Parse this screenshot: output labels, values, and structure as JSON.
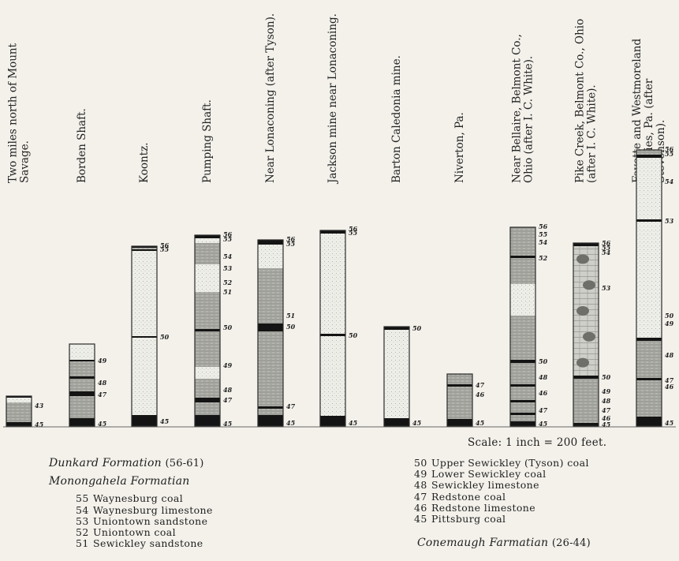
{
  "columns": [
    {
      "label": "Two miles north of Mount Savage.",
      "top_label": "",
      "layers": [
        {
          "from": 0,
          "to": 5,
          "fill": "coal"
        },
        {
          "from": 5,
          "to": 30,
          "fill": "shale"
        },
        {
          "from": 30,
          "to": 36,
          "fill": "sandstone"
        },
        {
          "from": 36,
          "to": 38,
          "fill": "coal"
        }
      ],
      "markers": [
        {
          "num": "43",
          "pos": 26
        },
        {
          "num": "45",
          "pos": 2
        }
      ]
    },
    {
      "label": "Borden Shaft.",
      "top_label": "",
      "layers": [
        {
          "from": 0,
          "to": 10,
          "fill": "coal"
        },
        {
          "from": 10,
          "to": 38,
          "fill": "shale"
        },
        {
          "from": 38,
          "to": 44,
          "fill": "coal"
        },
        {
          "from": 44,
          "to": 60,
          "fill": "shale"
        },
        {
          "from": 60,
          "to": 63,
          "fill": "coal"
        },
        {
          "from": 63,
          "to": 82,
          "fill": "shale"
        },
        {
          "from": 82,
          "to": 84,
          "fill": "coal"
        },
        {
          "from": 84,
          "to": 104,
          "fill": "sandstone"
        }
      ],
      "markers": [
        {
          "num": "49",
          "pos": 83
        },
        {
          "num": "48",
          "pos": 55
        },
        {
          "num": "47",
          "pos": 40
        },
        {
          "num": "45",
          "pos": 3
        }
      ]
    },
    {
      "label": "Koontz.",
      "top_label": "",
      "layers": [
        {
          "from": 0,
          "to": 14,
          "fill": "coal"
        },
        {
          "from": 14,
          "to": 112,
          "fill": "sandstone"
        },
        {
          "from": 112,
          "to": 114,
          "fill": "coal"
        },
        {
          "from": 114,
          "to": 222,
          "fill": "sandstone"
        },
        {
          "from": 222,
          "to": 224,
          "fill": "coal"
        },
        {
          "from": 224,
          "to": 226,
          "fill": "shale"
        },
        {
          "from": 226,
          "to": 228,
          "fill": "coal"
        }
      ],
      "markers": [
        {
          "num": "56",
          "pos": 229
        },
        {
          "num": "55",
          "pos": 224
        },
        {
          "num": "50",
          "pos": 113
        },
        {
          "num": "45",
          "pos": 6
        }
      ]
    },
    {
      "label": "Pumping Shaft.",
      "top_label": "",
      "layers": [
        {
          "from": 0,
          "to": 14,
          "fill": "coal"
        },
        {
          "from": 14,
          "to": 30,
          "fill": "shale"
        },
        {
          "from": 30,
          "to": 36,
          "fill": "coal"
        },
        {
          "from": 36,
          "to": 60,
          "fill": "shale"
        },
        {
          "from": 60,
          "to": 75,
          "fill": "sandstone"
        },
        {
          "from": 75,
          "to": 120,
          "fill": "shale"
        },
        {
          "from": 120,
          "to": 123,
          "fill": "coal"
        },
        {
          "from": 123,
          "to": 170,
          "fill": "shale"
        },
        {
          "from": 170,
          "to": 205,
          "fill": "sandstone"
        },
        {
          "from": 205,
          "to": 232,
          "fill": "shale"
        },
        {
          "from": 232,
          "to": 238,
          "fill": "sandstone"
        },
        {
          "from": 238,
          "to": 242,
          "fill": "coal"
        }
      ],
      "markers": [
        {
          "num": "56",
          "pos": 243
        },
        {
          "num": "55",
          "pos": 237
        },
        {
          "num": "54",
          "pos": 215
        },
        {
          "num": "53",
          "pos": 200
        },
        {
          "num": "52",
          "pos": 182
        },
        {
          "num": "51",
          "pos": 170
        },
        {
          "num": "50",
          "pos": 125
        },
        {
          "num": "49",
          "pos": 77
        },
        {
          "num": "48",
          "pos": 46
        },
        {
          "num": "47",
          "pos": 33
        },
        {
          "num": "45",
          "pos": 3
        }
      ]
    },
    {
      "label": "Near Lonaconing (after Tyson).",
      "top_label": "",
      "layers": [
        {
          "from": 0,
          "to": 14,
          "fill": "coal"
        },
        {
          "from": 14,
          "to": 22,
          "fill": "shale"
        },
        {
          "from": 22,
          "to": 25,
          "fill": "coal"
        },
        {
          "from": 25,
          "to": 120,
          "fill": "shale"
        },
        {
          "from": 120,
          "to": 130,
          "fill": "coal"
        },
        {
          "from": 130,
          "to": 144,
          "fill": "shale"
        },
        {
          "from": 144,
          "to": 200,
          "fill": "shale"
        },
        {
          "from": 200,
          "to": 230,
          "fill": "sandstone"
        },
        {
          "from": 230,
          "to": 233,
          "fill": "coal"
        },
        {
          "from": 233,
          "to": 236,
          "fill": "coal"
        }
      ],
      "markers": [
        {
          "num": "56",
          "pos": 237
        },
        {
          "num": "55",
          "pos": 231
        },
        {
          "num": "51",
          "pos": 140
        },
        {
          "num": "50",
          "pos": 126
        },
        {
          "num": "47",
          "pos": 25
        },
        {
          "num": "45",
          "pos": 4
        }
      ]
    },
    {
      "label": "Jackson mine near Lonaconing.",
      "top_label": "",
      "layers": [
        {
          "from": 0,
          "to": 13,
          "fill": "coal"
        },
        {
          "from": 13,
          "to": 114,
          "fill": "sandstone"
        },
        {
          "from": 114,
          "to": 117,
          "fill": "coal"
        },
        {
          "from": 117,
          "to": 244,
          "fill": "sandstone"
        },
        {
          "from": 244,
          "to": 248,
          "fill": "coal"
        }
      ],
      "markers": [
        {
          "num": "56",
          "pos": 250
        },
        {
          "num": "55",
          "pos": 245
        },
        {
          "num": "50",
          "pos": 115
        },
        {
          "num": "45",
          "pos": 4
        }
      ]
    },
    {
      "label": "Barton Caledonia mine.",
      "top_label": "",
      "layers": [
        {
          "from": 0,
          "to": 10,
          "fill": "coal"
        },
        {
          "from": 10,
          "to": 122,
          "fill": "sandstone"
        },
        {
          "from": 122,
          "to": 126,
          "fill": "coal"
        }
      ],
      "markers": [
        {
          "num": "50",
          "pos": 124
        },
        {
          "num": "45",
          "pos": 4
        }
      ]
    },
    {
      "label": "Niverton, Pa.",
      "top_label": "",
      "layers": [
        {
          "from": 0,
          "to": 9,
          "fill": "coal"
        },
        {
          "from": 9,
          "to": 50,
          "fill": "shale"
        },
        {
          "from": 50,
          "to": 53,
          "fill": "coal"
        },
        {
          "from": 53,
          "to": 66,
          "fill": "shale"
        }
      ],
      "markers": [
        {
          "num": "47",
          "pos": 52
        },
        {
          "num": "46",
          "pos": 40
        },
        {
          "num": "45",
          "pos": 4
        }
      ]
    },
    {
      "label": "Near Bellaire, Belmont Co., Ohio (after I. C. White).",
      "top_label": "",
      "layers": [
        {
          "from": 0,
          "to": 6,
          "fill": "coal"
        },
        {
          "from": 6,
          "to": 14,
          "fill": "shale"
        },
        {
          "from": 14,
          "to": 17,
          "fill": "coal"
        },
        {
          "from": 17,
          "to": 30,
          "fill": "shale"
        },
        {
          "from": 30,
          "to": 33,
          "fill": "coal"
        },
        {
          "from": 33,
          "to": 50,
          "fill": "shale"
        },
        {
          "from": 50,
          "to": 53,
          "fill": "coal"
        },
        {
          "from": 53,
          "to": 80,
          "fill": "shale"
        },
        {
          "from": 80,
          "to": 84,
          "fill": "coal"
        },
        {
          "from": 84,
          "to": 140,
          "fill": "shale"
        },
        {
          "from": 140,
          "to": 180,
          "fill": "sandstone"
        },
        {
          "from": 180,
          "to": 213,
          "fill": "shale"
        },
        {
          "from": 213,
          "to": 216,
          "fill": "coal"
        },
        {
          "from": 216,
          "to": 252,
          "fill": "shale"
        }
      ],
      "markers": [
        {
          "num": "56",
          "pos": 253
        },
        {
          "num": "55",
          "pos": 243
        },
        {
          "num": "54",
          "pos": 233
        },
        {
          "num": "52",
          "pos": 213
        },
        {
          "num": "50",
          "pos": 82
        },
        {
          "num": "48",
          "pos": 62
        },
        {
          "num": "46",
          "pos": 42
        },
        {
          "num": "47",
          "pos": 20
        },
        {
          "num": "45",
          "pos": 3
        }
      ]
    },
    {
      "label": "Pike Creek, Belmont Co., Ohio (after I. C. White).",
      "top_label": "",
      "layers": [
        {
          "from": 0,
          "to": 4,
          "fill": "coal"
        },
        {
          "from": 4,
          "to": 60,
          "fill": "shale"
        },
        {
          "from": 60,
          "to": 64,
          "fill": "coal"
        },
        {
          "from": 64,
          "to": 228,
          "fill": "limestone"
        },
        {
          "from": 228,
          "to": 232,
          "fill": "coal"
        }
      ],
      "markers": [
        {
          "num": "56",
          "pos": 232
        },
        {
          "num": "55",
          "pos": 226
        },
        {
          "num": "54",
          "pos": 220
        },
        {
          "num": "53",
          "pos": 175
        },
        {
          "num": "50",
          "pos": 62
        },
        {
          "num": "49",
          "pos": 44
        },
        {
          "num": "48",
          "pos": 32
        },
        {
          "num": "47",
          "pos": 20
        },
        {
          "num": "46",
          "pos": 10
        },
        {
          "num": "45",
          "pos": 2
        }
      ]
    },
    {
      "label": "Fayette and Westmoreland Counties, Pa. (after Stevenson).",
      "top_label": "",
      "layers": [
        {
          "from": 0,
          "to": 12,
          "fill": "coal"
        },
        {
          "from": 12,
          "to": 58,
          "fill": "shale"
        },
        {
          "from": 58,
          "to": 61,
          "fill": "coal"
        },
        {
          "from": 61,
          "to": 108,
          "fill": "shale"
        },
        {
          "from": 108,
          "to": 112,
          "fill": "coal"
        },
        {
          "from": 112,
          "to": 259,
          "fill": "sandstone"
        },
        {
          "from": 259,
          "to": 262,
          "fill": "coal"
        },
        {
          "from": 262,
          "to": 340,
          "fill": "sandstone"
        },
        {
          "from": 340,
          "to": 344,
          "fill": "coal"
        },
        {
          "from": 344,
          "to": 350,
          "fill": "shale"
        }
      ],
      "markers": [
        {
          "num": "56",
          "pos": 351
        },
        {
          "num": "55",
          "pos": 345
        },
        {
          "num": "54",
          "pos": 310
        },
        {
          "num": "53",
          "pos": 260
        },
        {
          "num": "50",
          "pos": 140
        },
        {
          "num": "49",
          "pos": 130
        },
        {
          "num": "48",
          "pos": 90
        },
        {
          "num": "47",
          "pos": 58
        },
        {
          "num": "46",
          "pos": 50
        },
        {
          "num": "45",
          "pos": 4
        }
      ]
    }
  ],
  "scale_text": "Scale: 1 inch = 200 feet.",
  "legend_left": {
    "dunkard_title": "Dunkard Formation",
    "dunkard_range": "(56-61)",
    "monongahela_title": "Monongahela Formatian",
    "items": [
      {
        "num": "55",
        "name": "Waynesburg coal"
      },
      {
        "num": "54",
        "name": "Waynesburg limestone"
      },
      {
        "num": "53",
        "name": "Uniontown sandstone"
      },
      {
        "num": "52",
        "name": "Uniontown coal"
      },
      {
        "num": "51",
        "name": "Sewickley sandstone"
      }
    ]
  },
  "legend_right": {
    "items": [
      {
        "num": "50",
        "name": "Upper Sewickley (Tyson) coal"
      },
      {
        "num": "49",
        "name": "Lower Sewickley coal"
      },
      {
        "num": "48",
        "name": "Sewickley limestone"
      },
      {
        "num": "47",
        "name": "Redstone coal"
      },
      {
        "num": "46",
        "name": "Redstone limestone"
      },
      {
        "num": "45",
        "name": "Pittsburg coal"
      }
    ],
    "conemaugh_title": "Conemaugh Farmatian",
    "conemaugh_range": "(26-44)"
  },
  "colors": {
    "coal": "#141414",
    "shale": "#a9a9a4",
    "sandstone": "#ebebe6",
    "limestone": "#c6c6c0",
    "background": "#f3f1ea",
    "outline": "#2a2a2a"
  }
}
